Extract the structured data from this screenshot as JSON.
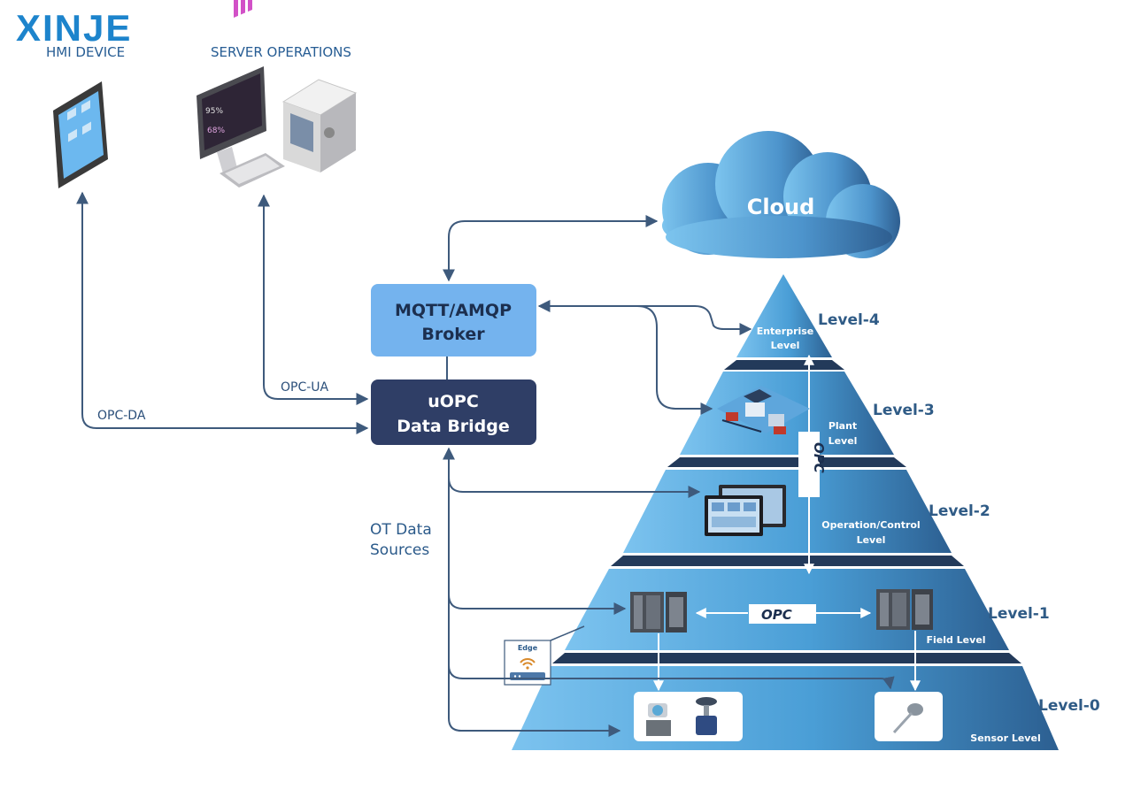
{
  "brand": {
    "logo": "XINJE",
    "hmi_caption": "HMI DEVICE",
    "server_caption": "SERVER OPERATIONS"
  },
  "cloud": {
    "label": "Cloud"
  },
  "broker": {
    "line1": "MQTT/AMQP",
    "line2": "Broker"
  },
  "bridge": {
    "line1": "uOPC",
    "line2": "Data Bridge"
  },
  "links": {
    "opc_ua": "OPC-UA",
    "opc_da": "OPC-DA"
  },
  "ot_sources": {
    "line1": "OT Data",
    "line2": "Sources"
  },
  "opc_badge": "OPC",
  "edge_label": "Edge",
  "levels": [
    {
      "tag": "Level-4",
      "line1": "Enterprise",
      "line2": "Level"
    },
    {
      "tag": "Level-3",
      "line1": "Plant",
      "line2": "Level"
    },
    {
      "tag": "Level-2",
      "line1": "Operation/Control",
      "line2": "Level"
    },
    {
      "tag": "Level-1",
      "line1": "Field Level",
      "line2": ""
    },
    {
      "tag": "Level-0",
      "line1": "Sensor Level",
      "line2": ""
    }
  ],
  "colors": {
    "broker": "#74b3ee",
    "bridge": "#2f3e66",
    "pyramid": "#4a9ed6",
    "connector": "#3e5a7c"
  },
  "icons": [
    "tablet-icon",
    "monitor-icon",
    "keyboard-icon",
    "server-tower-icon",
    "cloud-icon",
    "factory-icon",
    "hmi-panel-icon",
    "plc-icon",
    "router-icon",
    "wifi-icon",
    "pressure-transmitter-icon",
    "control-valve-icon",
    "temperature-probe-icon",
    "opc-logo-icon"
  ]
}
